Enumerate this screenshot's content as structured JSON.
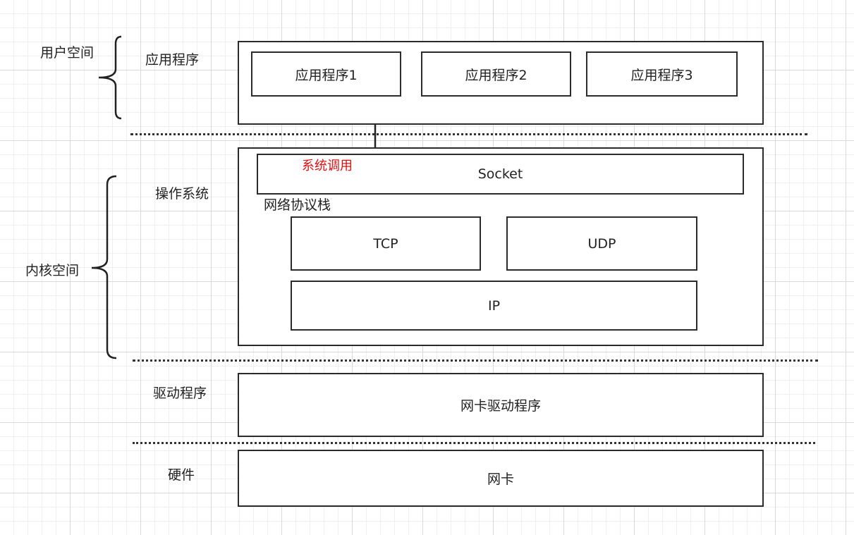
{
  "side_labels": {
    "user_space": "用户空间",
    "kernel_space": "内核空间"
  },
  "layers": {
    "application": {
      "label": "应用程序",
      "items": [
        "应用程序1",
        "应用程序2",
        "应用程序3"
      ]
    },
    "os": {
      "label": "操作系统",
      "socket": "Socket",
      "syscall": "系统调用",
      "stack_label": "网络协议栈",
      "tcp": "TCP",
      "udp": "UDP",
      "ip": "IP"
    },
    "driver": {
      "label": "驱动程序",
      "box": "网卡驱动程序"
    },
    "hardware": {
      "label": "硬件",
      "box": "网卡"
    }
  },
  "colors": {
    "line": "#2b2b2b",
    "syscall_text": "#e01010"
  }
}
